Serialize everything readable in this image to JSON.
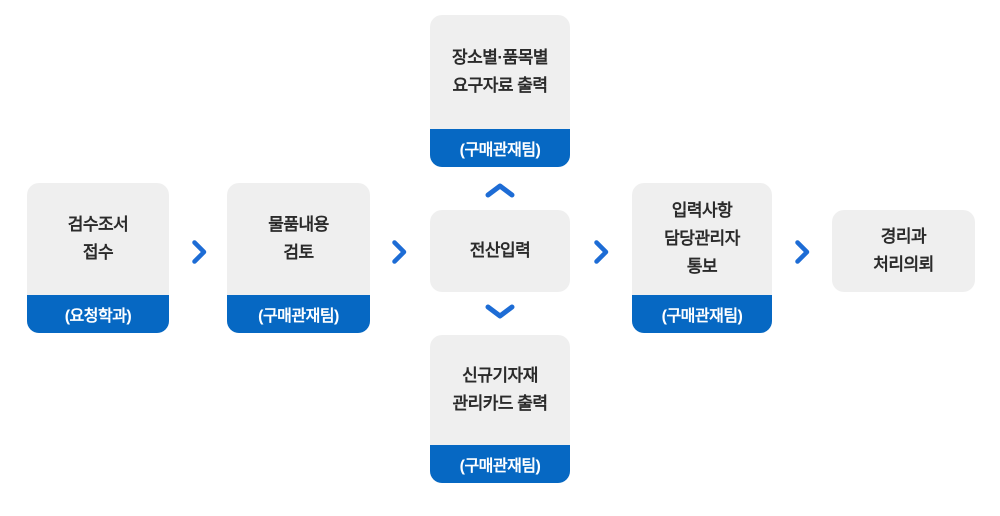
{
  "diagram": {
    "type": "process-flowchart",
    "cards": [
      {
        "name": "inspection-report-receipt",
        "title": "검수조서\n접수",
        "dept": "(요청학과)"
      },
      {
        "name": "item-content-review",
        "title": "물품내용\n검토",
        "dept": "(구매관재팀)"
      },
      {
        "name": "location-item-data-output",
        "title": "장소별·품목별\n요구자료 출력",
        "dept": "(구매관재팀)"
      },
      {
        "name": "computer-entry",
        "title": "전산입력"
      },
      {
        "name": "new-equipment-card-output",
        "title": "신규기자재\n관리카드 출력",
        "dept": "(구매관재팀)"
      },
      {
        "name": "entry-manager-notification",
        "title": "입력사항\n담당관리자\n통보",
        "dept": "(구매관재팀)"
      },
      {
        "name": "accounting-dept-request",
        "title": "경리과\n처리의뢰"
      }
    ],
    "flow_order": [
      "inspection-report-receipt",
      "item-content-review",
      "computer-entry",
      "entry-manager-notification",
      "accounting-dept-request"
    ],
    "branches": [
      {
        "from": "computer-entry",
        "to": "location-item-data-output",
        "direction": "up"
      },
      {
        "from": "computer-entry",
        "to": "new-equipment-card-output",
        "direction": "down"
      }
    ]
  },
  "colors": {
    "page_bg": "#ffffff",
    "card_bg": "#efefef",
    "footer_blue": "#0668c3",
    "footer_text": "#ffffff",
    "arrow_blue": "#1d6cd5",
    "text": "#2b2b2b"
  }
}
